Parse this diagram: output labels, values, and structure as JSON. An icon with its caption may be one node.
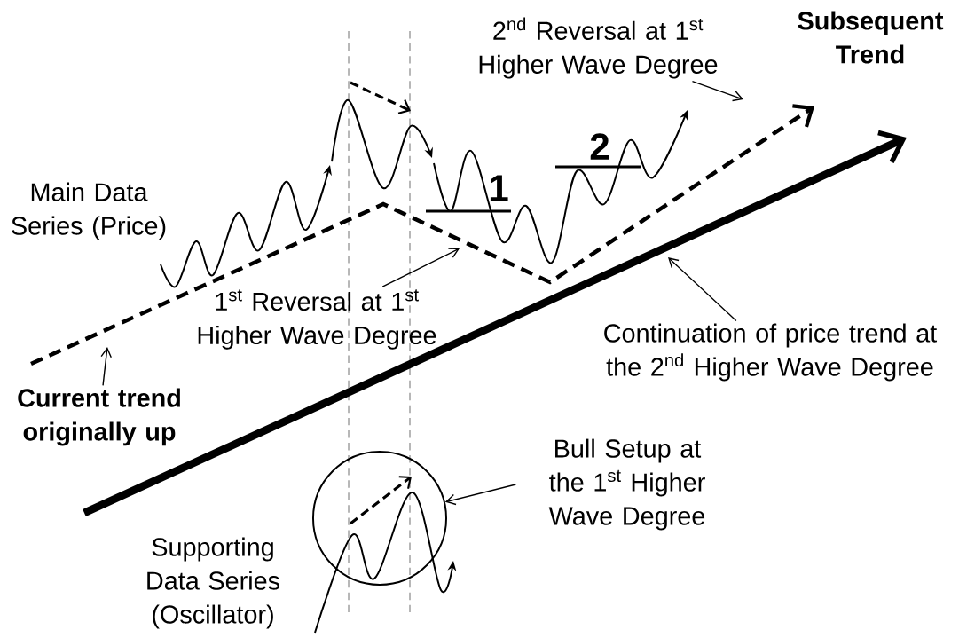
{
  "diagram": {
    "nodes": [
      {
        "text": [
          "2$^{nd}$ Reversal at 1$^{st}$ Higher Wave Degree"
        ]
      },
      {
        "text": [
          "1$^{st}$ Reversal at 1$^{st}$ Higher Wave Degree"
        ]
      },
      {
        "text": [
          "Continuation of price trend at the 2$^{nd}$ Higher Wave Degree"
        ]
      },
      {
        "text": [
          "Current trend originally up"
        ]
      },
      {
        "text": [
          "Bull Setup at the 1$^{st}$ Higher Wave Degree"
        ]
      },
      {
        "text": [],
        "shape": "circle"
      }
    ],
    "edges": [
      {
        "from": 0,
        "to": null,
        "arrow": "to"
      },
      {
        "from": 1,
        "to": null,
        "arrow": "to"
      },
      {
        "from": 2,
        "to": null,
        "arrow": "to"
      },
      {
        "from": 3,
        "to": null,
        "arrow": "to"
      },
      {
        "from": 4,
        "to": 5,
        "arrow": "to"
      }
    ],
    "labels": [
      "Subsequent Trend",
      "2",
      "1",
      "Main Data Series (Price)",
      "Supporting Data Series (Oscillator)"
    ]
  }
}
